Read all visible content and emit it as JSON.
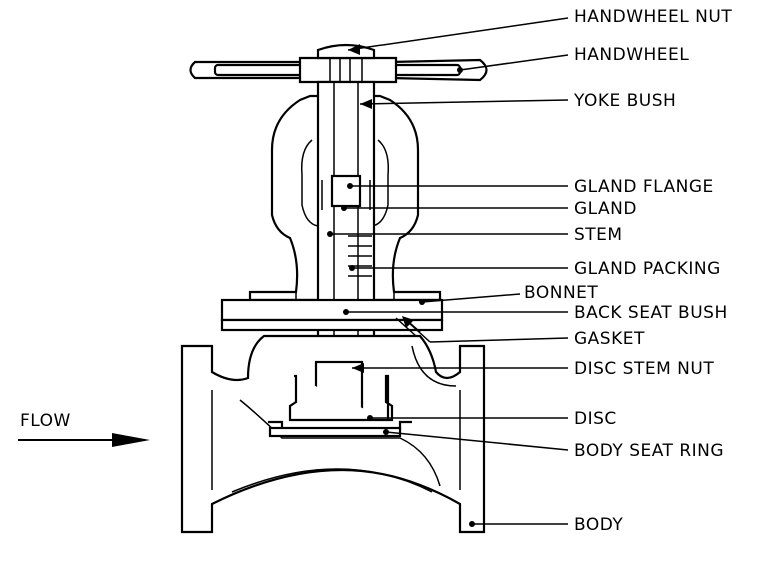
{
  "labels": {
    "handwheel_nut": "HANDWHEEL NUT",
    "handwheel": "HANDWHEEL",
    "yoke_bush": "YOKE BUSH",
    "gland_flange": "GLAND FLANGE",
    "gland": "GLAND",
    "stem": "STEM",
    "gland_packing": "GLAND PACKING",
    "bonnet": "BONNET",
    "back_seat_bush": "BACK SEAT BUSH",
    "gasket": "GASKET",
    "disc_stem_nut": "DISC STEM NUT",
    "disc": "DISC",
    "body_seat_ring": "BODY SEAT RING",
    "body": "BODY"
  },
  "flow_label": "FLOW"
}
